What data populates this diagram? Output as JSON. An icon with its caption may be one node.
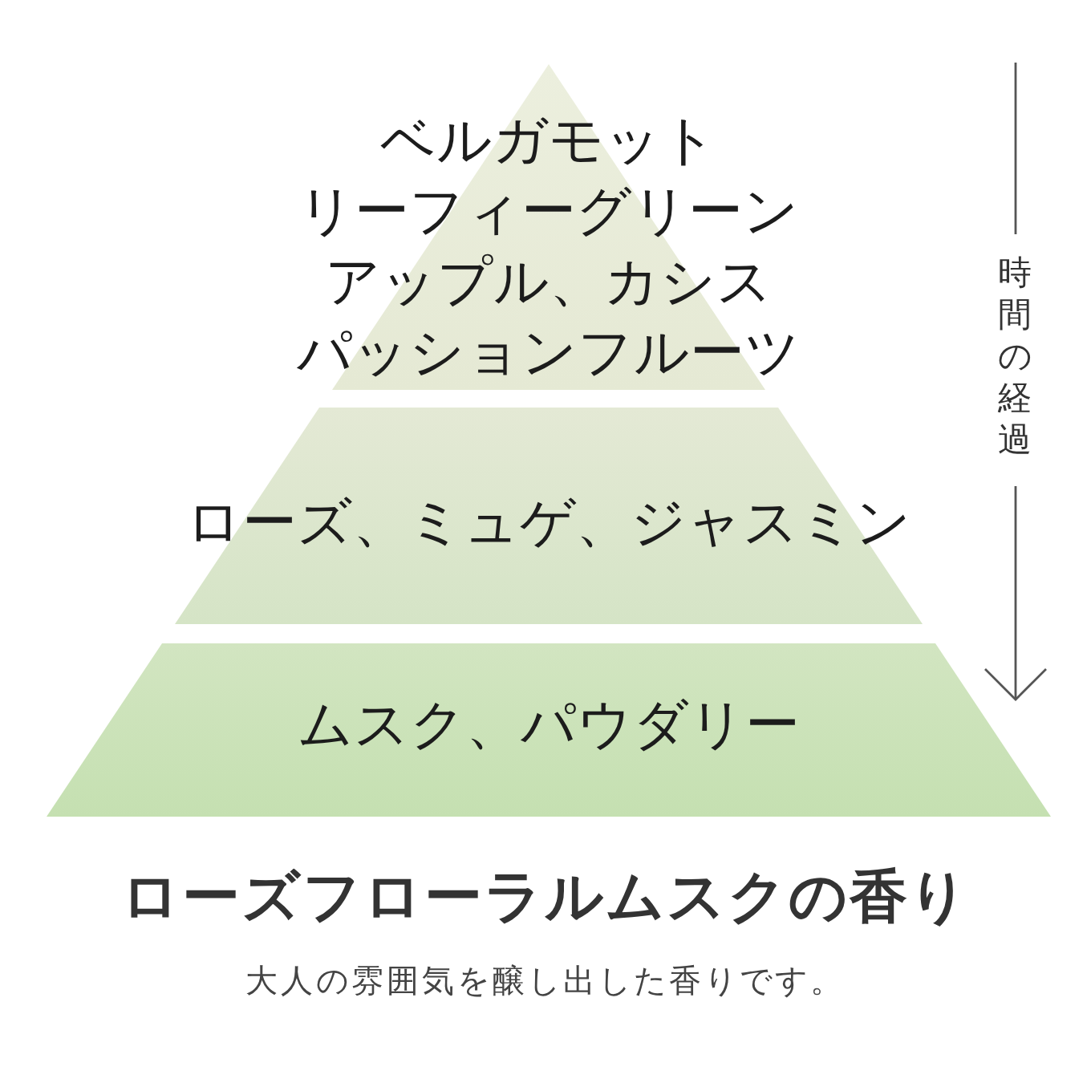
{
  "diagram": {
    "title": "ローズフローラルムスクの香り",
    "caption": "大人の雰囲気を醸し出した香りです。",
    "nodes": [
      {
        "text": [
          "ベルガモット",
          "リーフィーグリーン",
          "アップル、カシス",
          "パッションフルーツ"
        ]
      },
      {
        "text": [
          "ローズ、ミュゲ、ジャスミン"
        ]
      },
      {
        "text": [
          "ムスク、パウダリー"
        ]
      }
    ],
    "labels": [
      "時間の経過"
    ]
  }
}
